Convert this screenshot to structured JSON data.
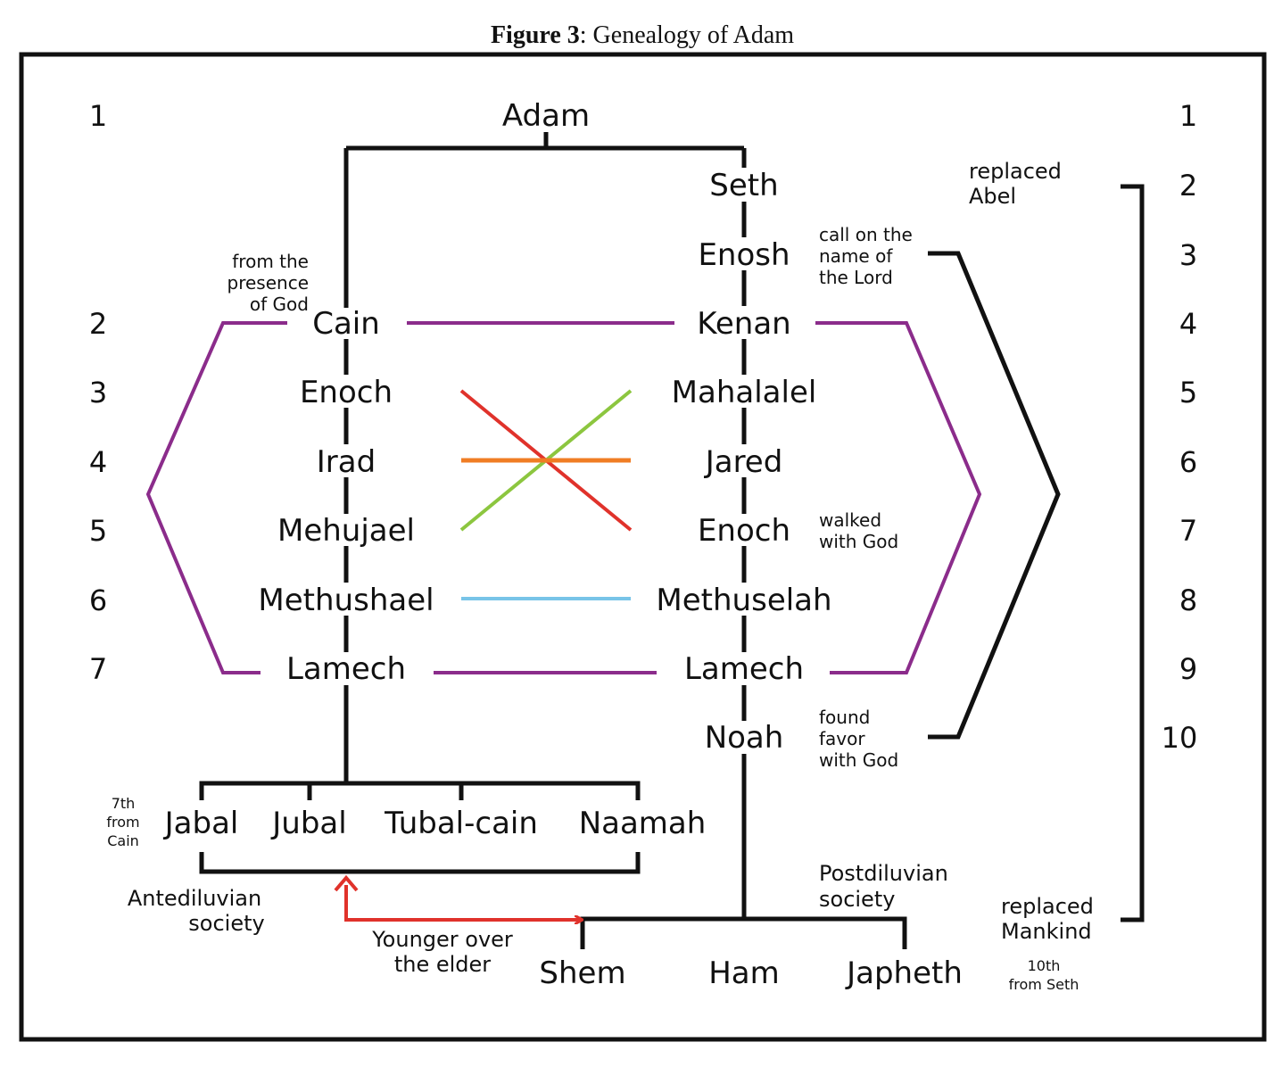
{
  "figure": {
    "title_bold": "Figure 3",
    "title_rest": ": Genealogy of Adam"
  },
  "colors": {
    "line": "#111111",
    "purple": "#8B2C8B",
    "red": "#E0322B",
    "green": "#8CC63F",
    "orange": "#F07D24",
    "blue": "#78C4E8",
    "arrow": "#E0322B"
  },
  "root": "Adam",
  "cain_line": [
    "Cain",
    "Enoch",
    "Irad",
    "Mehujael",
    "Methushael",
    "Lamech"
  ],
  "seth_line": [
    "Seth",
    "Enosh",
    "Kenan",
    "Mahalalel",
    "Jared",
    "Enoch",
    "Methuselah",
    "Lamech",
    "Noah"
  ],
  "lamech_children": [
    "Jabal",
    "Jubal",
    "Tubal-cain",
    "Naamah"
  ],
  "noah_children": [
    "Shem",
    "Ham",
    "Japheth"
  ],
  "left_numbers": [
    "1",
    "2",
    "3",
    "4",
    "5",
    "6",
    "7"
  ],
  "right_numbers": [
    "1",
    "2",
    "3",
    "4",
    "5",
    "6",
    "7",
    "8",
    "9",
    "10"
  ],
  "notes": {
    "from_presence": [
      "from the",
      "presence",
      "of God"
    ],
    "call_on_name": [
      "call on the",
      "name of",
      "the Lord"
    ],
    "walked_with_god": [
      "walked",
      "with God"
    ],
    "found_favor": [
      "found",
      "favor",
      "with God"
    ],
    "replaced_abel": [
      "replaced",
      "Abel"
    ],
    "replaced_mankind": [
      "replaced",
      "Mankind"
    ],
    "seventh_from_cain": [
      "7th",
      "from",
      "Cain"
    ],
    "tenth_from_seth": [
      "10th",
      "from Seth"
    ],
    "antediluvian": [
      "Antediluvian",
      "society"
    ],
    "postdiluvian": [
      "Postdiluvian",
      "society"
    ],
    "younger_over_elder": [
      "Younger over",
      "the elder"
    ]
  }
}
